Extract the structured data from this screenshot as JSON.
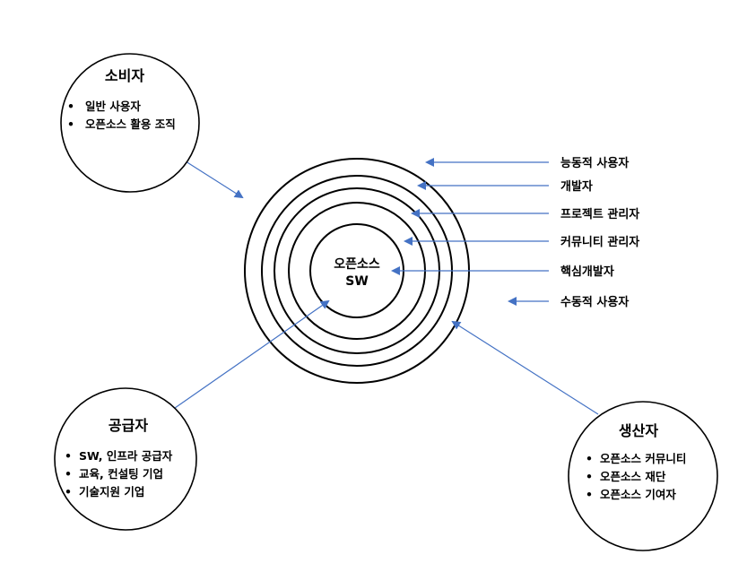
{
  "center": {
    "line1": "오픈소스",
    "line2": "SW"
  },
  "roles": [
    "능동적 사용자",
    "개발자",
    "프로젝트 관리자",
    "커뮤니티 관리자",
    "핵심개발자",
    "수동적 사용자"
  ],
  "groups": {
    "consumer": {
      "title": "소비자",
      "items": [
        "일반 사용자",
        "오픈소스 활용 조직"
      ]
    },
    "supplier": {
      "title": "공급자",
      "items": [
        "SW, 인프라 공급자",
        "교육, 컨설팅 기업",
        "기술지원 기업"
      ]
    },
    "producer": {
      "title": "생산자",
      "items": [
        "오픈소스 커뮤니티",
        "오픈소스 재단",
        "오픈소스 기여자"
      ]
    }
  },
  "bullet": "•",
  "colors": {
    "arrow": "#4472c4",
    "stroke": "#000000",
    "background": "#ffffff"
  }
}
